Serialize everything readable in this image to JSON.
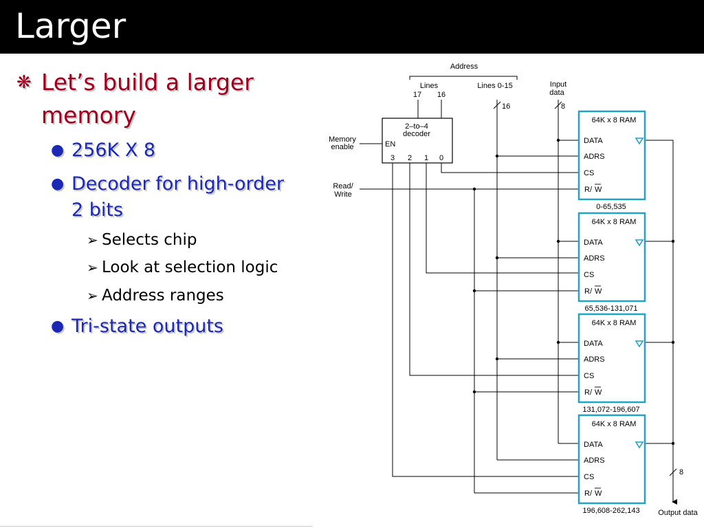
{
  "slide": {
    "title": "Larger",
    "bullets": [
      {
        "level": 1,
        "marker": "❋",
        "text_lines": [
          "Let’s build a larger",
          "memory"
        ]
      },
      {
        "level": 2,
        "marker": "●",
        "text_lines": [
          "256K X 8"
        ]
      },
      {
        "level": 2,
        "marker": "●",
        "text_lines": [
          "Decoder for high-order",
          "2 bits"
        ]
      },
      {
        "level": 3,
        "marker": "➢",
        "text_lines": [
          "Selects chip"
        ]
      },
      {
        "level": 3,
        "marker": "➢",
        "text_lines": [
          "Look at selection logic"
        ]
      },
      {
        "level": 3,
        "marker": "➢",
        "text_lines": [
          "Address ranges"
        ]
      },
      {
        "level": 2,
        "marker": "●",
        "text_lines": [
          "Tri-state outputs"
        ]
      }
    ]
  },
  "diagram": {
    "address_label": "Address",
    "lines_label": "Lines",
    "line_17": "17",
    "line_16": "16",
    "lines_0_15_label": "Lines 0-15",
    "bus_width_16": "16",
    "input_data_line1": "Input",
    "input_data_line2": "data",
    "bus_width_8_in": "8",
    "memory_enable_line1": "Memory",
    "memory_enable_line2": "enable",
    "read_write_line1": "Read/",
    "read_write_line2": "Write",
    "decoder": {
      "title_line1": "2–to–4",
      "title_line2": "decoder",
      "en": "EN",
      "outputs": [
        "3",
        "2",
        "1",
        "0"
      ]
    },
    "chip_title": "64K x 8 RAM",
    "pins": {
      "data": "DATA",
      "adrs": "ADRS",
      "cs": "CS",
      "r": "R",
      "w": "W"
    },
    "chip_ranges": [
      "0-65,535",
      "65,536-131,071",
      "131,072-196,607",
      "196,608-262,143"
    ],
    "bus_width_8_out": "8",
    "output_data": "Output data",
    "colors": {
      "chip_border": "#1fa3c9",
      "tristate": "#1fa3c9",
      "bullet_l1": "#a0001e",
      "bullet_l2": "#1a28b4"
    }
  }
}
